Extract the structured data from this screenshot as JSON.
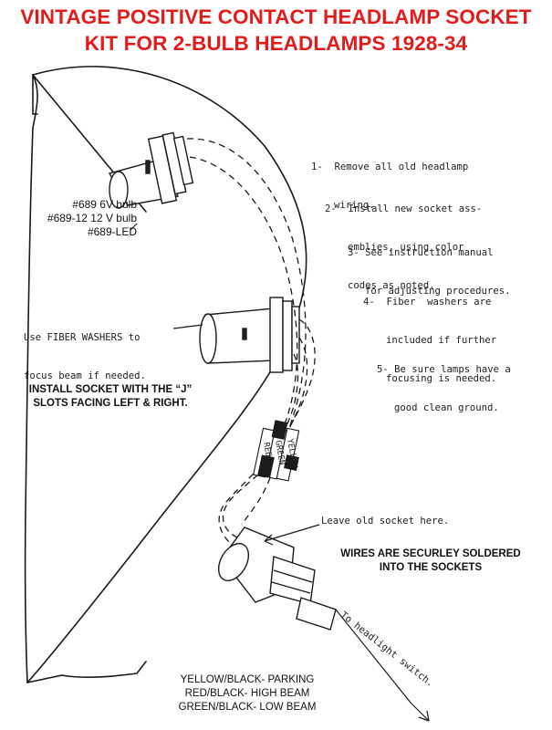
{
  "title": {
    "line1": "VINTAGE POSITIVE CONTACT HEADLAMP SOCKET",
    "line2": "KIT FOR 2-BULB HEADLAMPS  1928-34"
  },
  "bulbs": [
    "#689 6V bulb",
    "#689-12  12 V bulb",
    "#689-LED"
  ],
  "fiber_note": [
    "Use FIBER WASHERS to",
    "focus beam if needed."
  ],
  "install_note": [
    "INSTALL SOCKET WITH THE  “J”",
    "SLOTS FACING LEFT & RIGHT."
  ],
  "steps": [
    {
      "num": "1-",
      "lines": [
        "Remove all old headlamp",
        "wiring."
      ]
    },
    {
      "num": "2-",
      "lines": [
        "Install new socket ass-",
        "emblies, using color",
        "codes as noted."
      ]
    },
    {
      "num": "3-",
      "lines": [
        "See instruction manual",
        "for adjusting procedures."
      ]
    },
    {
      "num": "4-",
      "lines": [
        "Fiber  washers are",
        "included if further",
        "focusing is needed."
      ]
    },
    {
      "num": "5-",
      "lines": [
        "Be sure lamps have a",
        "good clean ground."
      ]
    }
  ],
  "wire_labels": [
    "RED",
    "GREEN",
    "YELLOW"
  ],
  "old_socket_note": "Leave old socket here.",
  "solder_note": [
    "WIRES ARE SECURLEY SOLDERED",
    "INTO THE SOCKETS"
  ],
  "switch_note": "To headlight switch.",
  "legend": [
    "YELLOW/BLACK- PARKING",
    "RED/BLACK- HIGH BEAM",
    "GREEN/BLACK- LOW BEAM"
  ],
  "colors": {
    "title": "#e21b1b",
    "ink": "#111111"
  }
}
